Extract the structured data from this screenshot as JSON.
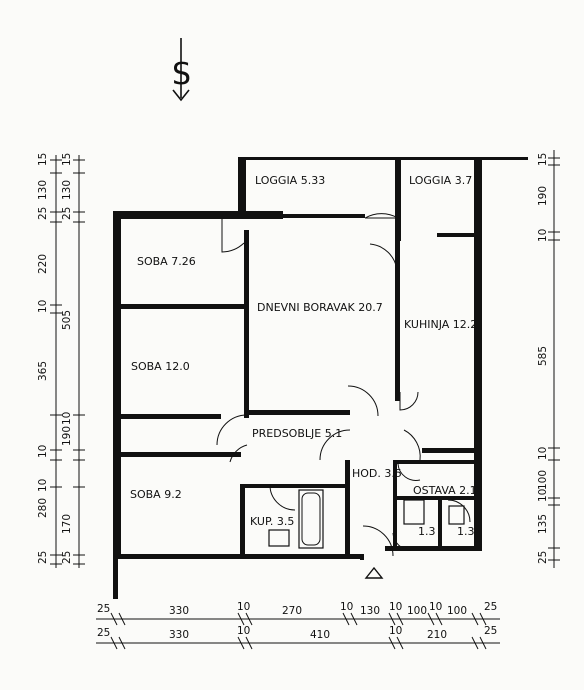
{
  "north_marker": "S",
  "rooms": {
    "loggia_1": "LOGGIA  5.33",
    "loggia_2": "LOGGIA  3.7",
    "soba_1": "SOBA  7.26",
    "dnevni": "DNEVNI  BORAVAK  20.7",
    "kuhinja": "KUHINJA  12.2",
    "soba_2": "SOBA  12.0",
    "predsoblje": "PREDSOBLJE  5.1",
    "hod": "HOD. 3.5",
    "ostava": "OSTAVA  2.1",
    "soba_3": "SOBA  9.2",
    "kup": "KUP.  3.5",
    "wc_1": "1.3",
    "wc_2": "1.3"
  },
  "dims_left": {
    "outer": [
      "15",
      "25",
      "220",
      "10",
      "365",
      "10",
      "190",
      "10",
      "170",
      "25"
    ],
    "inner": [
      "15",
      "130",
      "25",
      "505",
      "10",
      "280",
      "25"
    ],
    "extra": [
      "130"
    ]
  },
  "dims_right": [
    "15",
    "190",
    "10",
    "585",
    "10",
    "100",
    "10",
    "135",
    "25"
  ],
  "dims_bottom_1": [
    "25",
    "330",
    "10",
    "270",
    "10",
    "130",
    "10",
    "100",
    "10",
    "100",
    "25"
  ],
  "dims_bottom_2": [
    "25",
    "330",
    "10",
    "410",
    "10",
    "210",
    "25"
  ]
}
